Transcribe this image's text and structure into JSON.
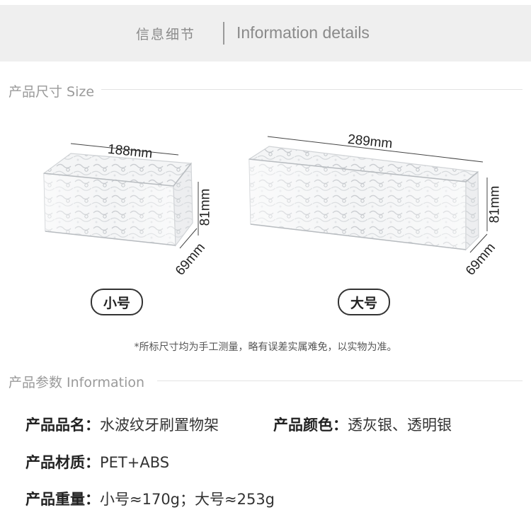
{
  "header": {
    "title_cn": "信息细节",
    "title_en": "Information details"
  },
  "size_section": {
    "title": "产品尺寸 Size",
    "small": {
      "width": "188mm",
      "height": "81mm",
      "depth": "69mm",
      "label": "小号"
    },
    "large": {
      "width": "289mm",
      "height": "81mm",
      "depth": "69mm",
      "label": "大号"
    },
    "note": "*所标尺寸均为手工测量，略有误差实属难免，以实物为准。"
  },
  "info_section": {
    "title": "产品参数 Information",
    "name_label": "产品品名：",
    "name_value": "水波纹牙刷置物架",
    "color_label": "产品颜色：",
    "color_value": "透灰银、透明银",
    "material_label": "产品材质：",
    "material_value": "PET+ABS",
    "weight_label": "产品重量：",
    "weight_value": "小号≈170g；大号≈253g"
  }
}
